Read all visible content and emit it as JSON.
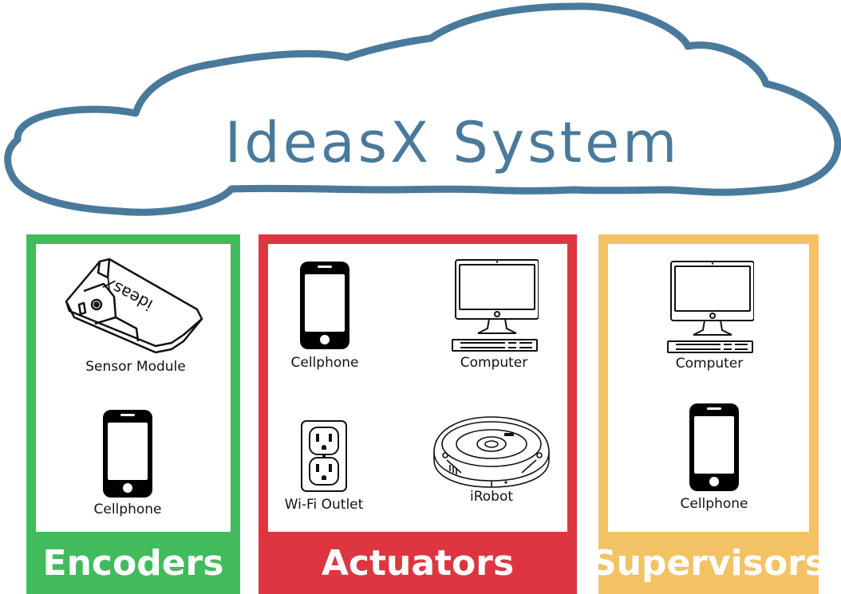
{
  "cloud": {
    "title": "IdeasX System",
    "color": "#4a7a9b"
  },
  "groups": {
    "encoders": {
      "title": "Encoders",
      "color": "#41bb5c",
      "devices": {
        "sensor_module": "Sensor Module",
        "cellphone": "Cellphone"
      }
    },
    "actuators": {
      "title": "Actuators",
      "color": "#dd3640",
      "devices": {
        "cellphone": "Cellphone",
        "computer": "Computer",
        "wifi_outlet": "Wi-Fi Outlet",
        "irobot": "iRobot"
      }
    },
    "supervisors": {
      "title": "Supervisors",
      "color": "#f2c264",
      "devices": {
        "computer": "Computer",
        "cellphone": "Cellphone"
      }
    }
  },
  "icons": {
    "sensor_module": "sensor-module-icon",
    "cellphone": "cellphone-icon",
    "computer": "computer-icon",
    "wifi_outlet": "power-outlet-icon",
    "irobot": "robot-vacuum-icon"
  },
  "device_logo_text": "ideasX"
}
